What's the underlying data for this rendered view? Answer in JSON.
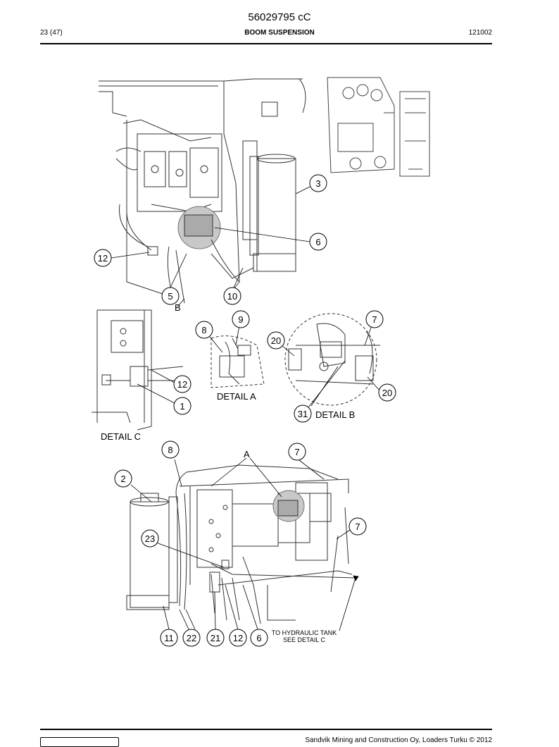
{
  "header": {
    "document_number": "56029795 cC",
    "page": "23 (47)",
    "section_title": "BOOM SUSPENSION",
    "revision": "121002"
  },
  "figure": {
    "detail_labels": {
      "detail_a": "DETAIL A",
      "detail_b": "DETAIL B",
      "detail_c": "DETAIL C",
      "marker_a": "A",
      "marker_b": "B"
    },
    "callouts": {
      "top_3": "3",
      "top_6": "6",
      "top_12": "12",
      "top_5": "5",
      "top_10": "10",
      "c_12": "12",
      "c_1": "1",
      "a_8": "8",
      "a_9": "9",
      "b_7": "7",
      "b_20_left": "20",
      "b_20_right": "20",
      "b_31": "31",
      "bot_8": "8",
      "bot_7_top": "7",
      "bot_2": "2",
      "bot_7_right": "7",
      "bot_23": "23",
      "bot_11": "11",
      "bot_22": "22",
      "bot_21": "21",
      "bot_12": "12",
      "bot_6": "6"
    },
    "note_line_1": "TO HYDRAULIC TANK",
    "note_line_2": "SEE DETAIL C"
  },
  "footer": {
    "copyright": "Sandvik Mining and Construction Oy, Loaders Turku © 2012"
  }
}
